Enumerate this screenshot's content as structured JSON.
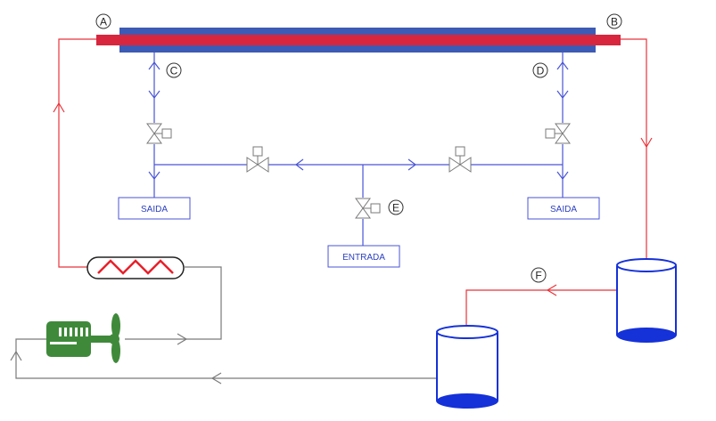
{
  "points": {
    "A": "A",
    "B": "B",
    "C": "C",
    "D": "D",
    "E": "E",
    "F": "F"
  },
  "boxes": {
    "saida_left": "SAIDA",
    "saida_right": "SAIDA",
    "entrada": "ENTRADA"
  },
  "colors": {
    "hot_line": "#e8333a",
    "water_line": "#4a55d6",
    "return_line": "#7a7a7a",
    "pipe_outer": "#3d5bb5",
    "pipe_inner": "#d7263d",
    "tank": "#1531d8",
    "pump": "#3f8a3a"
  },
  "icons": [
    "valve-icon",
    "heater-icon",
    "pump-fan-icon",
    "tank-icon"
  ]
}
